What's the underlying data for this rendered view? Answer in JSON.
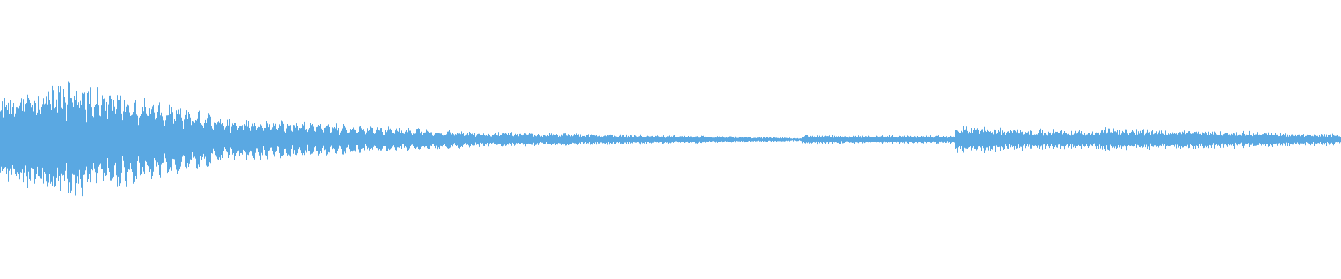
{
  "waveform": {
    "color": "#5aa8e2",
    "background": "#ffffff",
    "segments": [
      {
        "amplitude_start": 0.26,
        "amplitude_end": 0.36,
        "style": "noisy-burst"
      },
      {
        "amplitude_start": 0.36,
        "amplitude_end": 0.13,
        "style": "pulsed-decay"
      },
      {
        "amplitude_start": 0.13,
        "amplitude_end": 0.05,
        "style": "pulsed-decay"
      },
      {
        "amplitude_start": 0.05,
        "amplitude_end": 0.035,
        "style": "noisy"
      },
      {
        "amplitude_start": 0.035,
        "amplitude_end": 0.012,
        "style": "noisy"
      },
      {
        "amplitude_start": 0.03,
        "amplitude_end": 0.025,
        "style": "noisy"
      },
      {
        "amplitude_start": 0.085,
        "amplitude_end": 0.055,
        "style": "noisy"
      },
      {
        "amplitude_start": 0.075,
        "amplitude_end": 0.035,
        "style": "noisy"
      }
    ]
  }
}
